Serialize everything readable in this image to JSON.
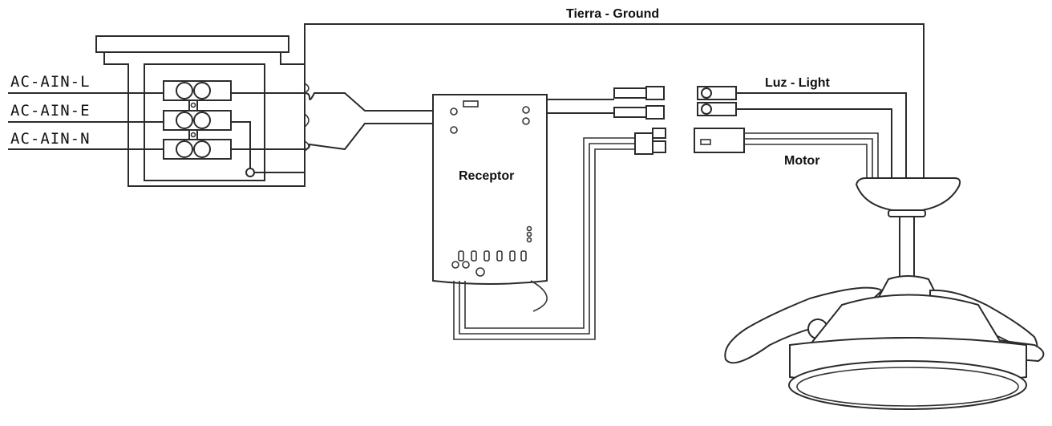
{
  "labels": {
    "ground": "Tierra - Ground",
    "light": "Luz - Light",
    "motor": "Motor",
    "receiver": "Receptor",
    "terminal_l": "AC-AIN-L",
    "terminal_e": "AC-AIN-E",
    "terminal_n": "AC-AIN-N"
  }
}
